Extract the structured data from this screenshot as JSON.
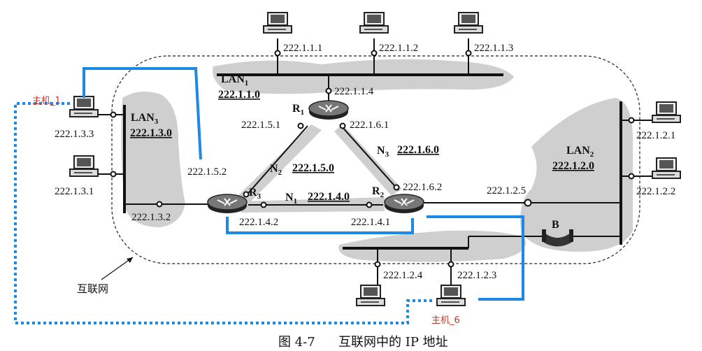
{
  "hosts": {
    "h1": "222.1.1.1",
    "h2": "222.1.1.2",
    "h3": "222.1.1.3",
    "h4": "222.1.1.4",
    "h5": "222.1.3.3",
    "h6": "222.1.3.1",
    "h7": "222.1.3.2",
    "h8": "222.1.2.1",
    "h9": "222.1.2.2",
    "h10": "222.1.2.5",
    "h11": "222.1.2.4",
    "h12": "222.1.2.3"
  },
  "router_ports": {
    "r1a": "222.1.5.1",
    "r1b": "222.1.6.1",
    "r3a": "222.1.5.2",
    "r3b": "222.1.4.2",
    "r2a": "222.1.6.2",
    "r2b": "222.1.4.1"
  },
  "routers": {
    "r1": "R",
    "r1sub": "1",
    "r2": "R",
    "r2sub": "2",
    "r3": "R",
    "r3sub": "3"
  },
  "lans": {
    "lan1": "LAN",
    "lan1sub": "1",
    "lan1net": "222.1.1.0",
    "lan2": "LAN",
    "lan2sub": "2",
    "lan2net": "222.1.2.0",
    "lan3": "LAN",
    "lan3sub": "3",
    "lan3net": "222.1.3.0"
  },
  "links": {
    "n1": "N",
    "n1sub": "1",
    "n1net": "222.1.4.0",
    "n2": "N",
    "n2sub": "2",
    "n2net": "222.1.5.0",
    "n3": "N",
    "n3sub": "3",
    "n3net": "222.1.6.0"
  },
  "bridge": "B",
  "annotations": {
    "host1": "主机_1",
    "host6": "主机_6",
    "internet": "互联网"
  },
  "caption": {
    "fig": "图 4-7",
    "title": "互联网中的 IP 地址"
  },
  "colors": {
    "path": "#1e88e5",
    "annotation": "#c0392b",
    "shade": "#cfcfcf"
  }
}
